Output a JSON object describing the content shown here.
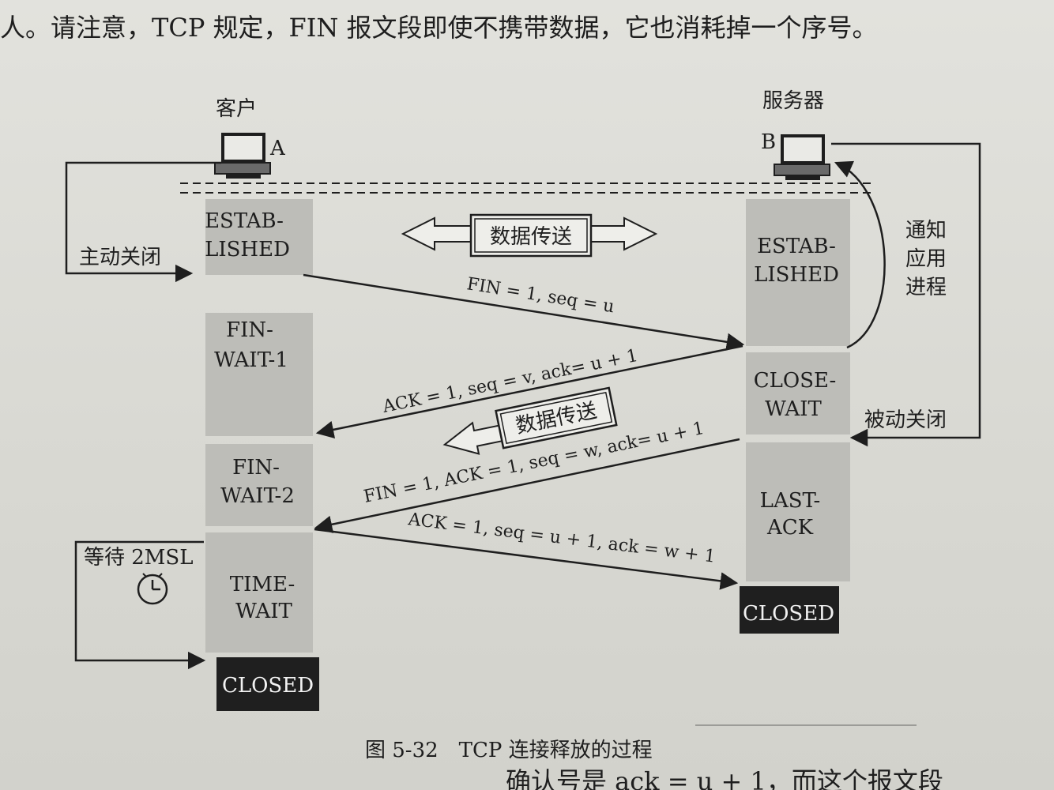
{
  "header_text": "人。请注意，TCP 规定，FIN 报文段即使不携带数据，它也消耗掉一个序号。",
  "footer_text": "确认号是 ack = u + 1，而这个报文段",
  "figure": {
    "caption": "图 5-32　TCP 连接释放的过程",
    "client": {
      "label": "客户",
      "letter": "A"
    },
    "server": {
      "label": "服务器",
      "letter": "B"
    },
    "client_states": [
      {
        "line1": "ESTAB-",
        "line2": "LISHED"
      },
      {
        "line1": "FIN-",
        "line2": "WAIT-1"
      },
      {
        "line1": "FIN-",
        "line2": "WAIT-2"
      },
      {
        "line1": "TIME-",
        "line2": "WAIT"
      },
      {
        "line1": "CLOSED",
        "line2": ""
      }
    ],
    "server_states": [
      {
        "line1": "ESTAB-",
        "line2": "LISHED"
      },
      {
        "line1": "CLOSE-",
        "line2": "WAIT"
      },
      {
        "line1": "LAST-",
        "line2": "ACK"
      },
      {
        "line1": "CLOSED",
        "line2": ""
      }
    ],
    "side_labels": {
      "active_close": "主动关闭",
      "wait_2msl": "等待 2MSL",
      "notify_app": [
        "通知",
        "应用",
        "进程"
      ],
      "passive_close": "被动关闭"
    },
    "data_transfer": "数据传送",
    "messages": [
      "FIN = 1, seq = u",
      "ACK = 1, seq = v, ack= u + 1",
      "FIN = 1, ACK = 1, seq = w, ack= u + 1",
      "ACK = 1, seq = u + 1, ack = w + 1"
    ]
  }
}
